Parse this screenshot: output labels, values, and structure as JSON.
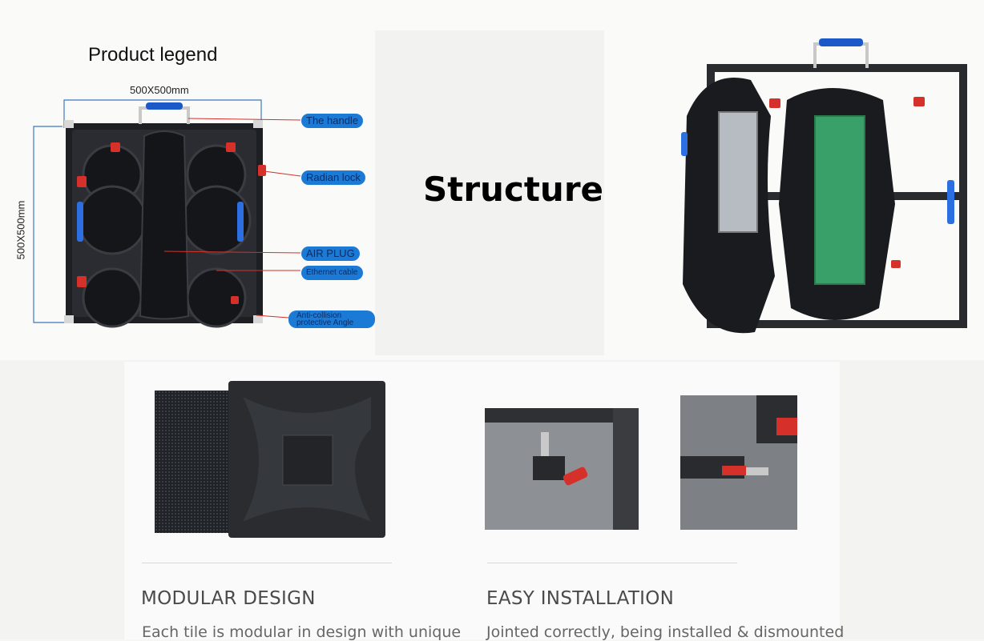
{
  "legend": {
    "title": "Product legend",
    "width_dim": "500X500mm",
    "height_dim": "500X500mm",
    "callouts": {
      "handle": "The handle",
      "radian_lock": "Radian lock",
      "air_plug": "AIR PLUG",
      "ethernet": "Ethernet cable",
      "anti_collision_1": "Anti-collision",
      "anti_collision_2": "protective Angle"
    }
  },
  "structure": {
    "title": "Structure"
  },
  "features": [
    {
      "title": "MODULAR DESIGN",
      "body": "Each tile is modular in design with unique"
    },
    {
      "title": "EASY INSTALLATION",
      "body": "Jointed correctly, being installed & dismounted"
    }
  ],
  "colors": {
    "accent_blue": "#1b7ad6",
    "lock_red": "#d6302b",
    "panel_dark": "#202226",
    "pcb_green": "#3aa06a"
  }
}
